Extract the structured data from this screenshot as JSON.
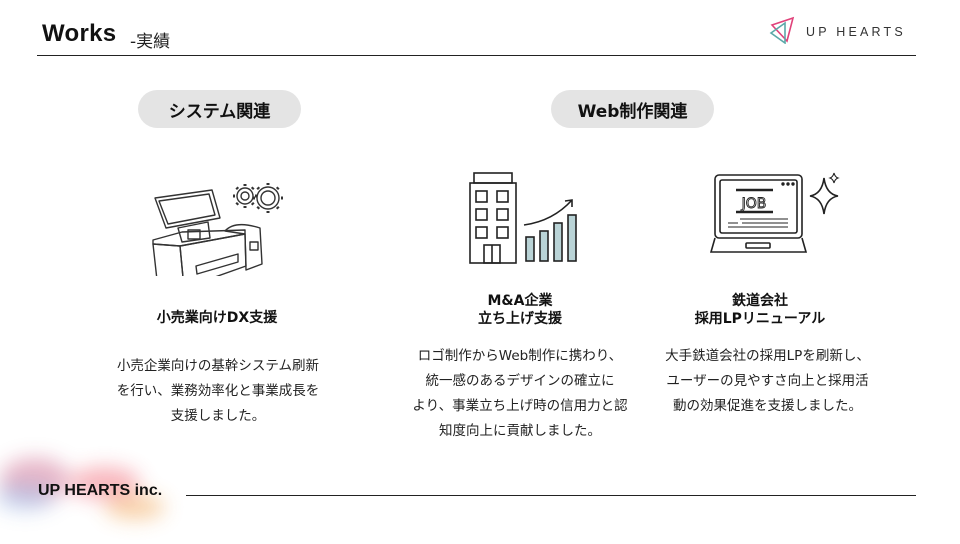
{
  "header": {
    "title": "Works",
    "subtitle": "-実績",
    "brand": "UP HEARTS",
    "brand_icon": "overlapping-triangles-logo",
    "brand_colors": {
      "pink": "#e0427a",
      "teal": "#5ba8a8"
    }
  },
  "categories": [
    {
      "label": "システム関連"
    },
    {
      "label": "Web制作関連"
    }
  ],
  "works": [
    {
      "icon": "pos-register-gears-icon",
      "title": "小売業向けDX支援",
      "description": "小売企業向けの基幹システム刷新\nを行い、業務効率化と事業成長を\n支援しました。"
    },
    {
      "icon": "building-growth-chart-icon",
      "title": "M&A企業\n立ち上げ支援",
      "title_lines": [
        "M&A企業",
        "立ち上げ支援"
      ],
      "description": "ロゴ制作からWeb制作に携わり、\n統一感のあるデザインの確立に\nより、事業立ち上げ時の信用力と認\n知度向上に貢献しました。"
    },
    {
      "icon": "laptop-job-sparkle-icon",
      "title": "鉄道会社\n採用LPリニューアル",
      "title_lines": [
        "鉄道会社",
        "採用LPリニューアル"
      ],
      "description": "大手鉄道会社の採用LPを刷新し、\nユーザーの見やすさ向上と採用活\n動の効果促進を支援しました。"
    }
  ],
  "footer": {
    "company": "UP HEARTS inc."
  },
  "colors": {
    "pill_bg": "#e4e4e4",
    "text": "#111111",
    "rule": "#222222",
    "chart_bar": "#b9d3d6"
  }
}
